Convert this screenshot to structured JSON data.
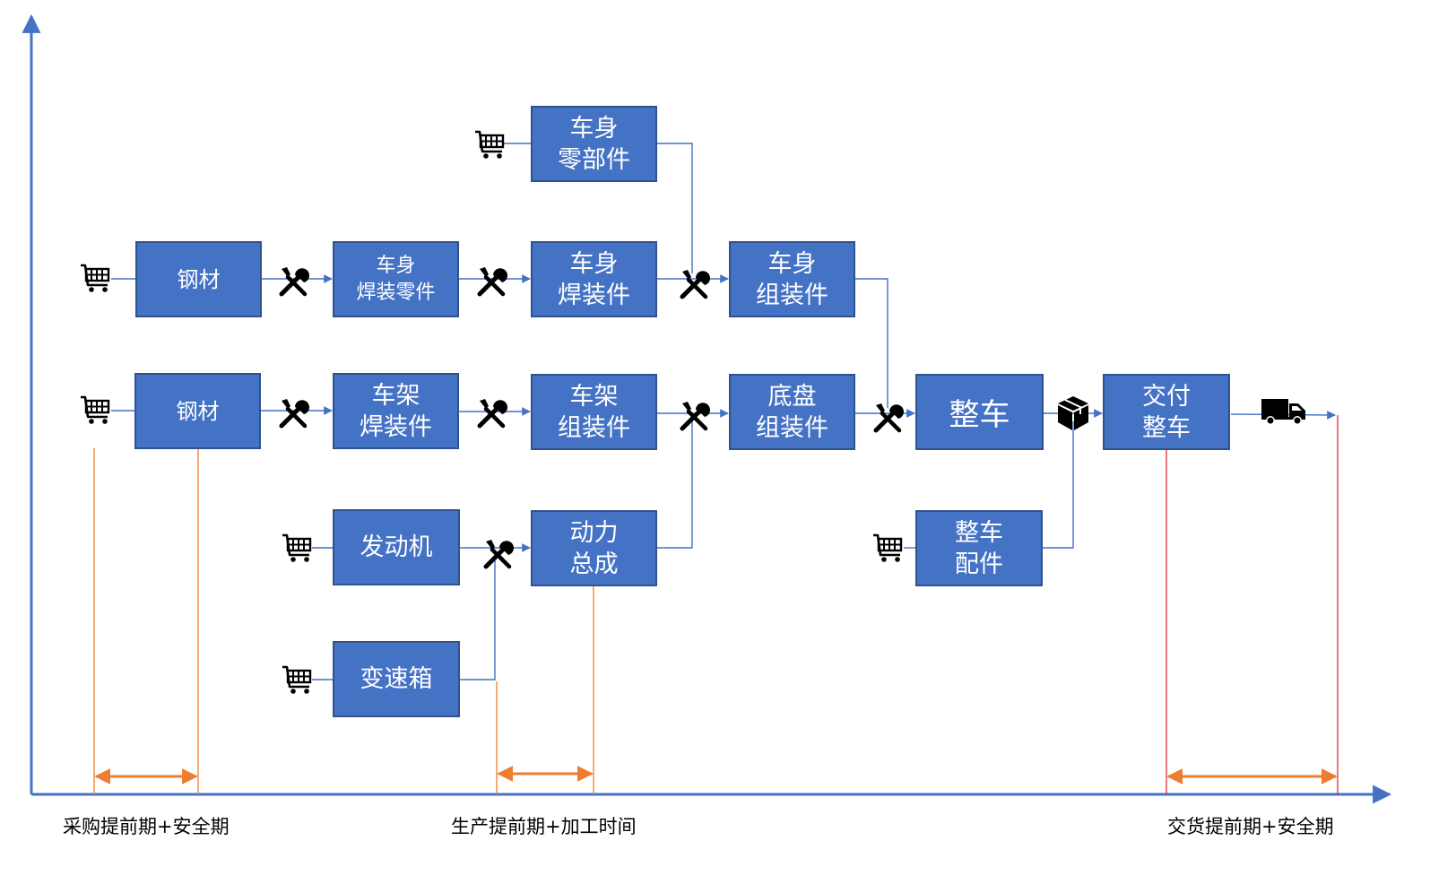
{
  "diagram": {
    "boxes": {
      "steel_top": "钢材",
      "body_weld_parts": "车身\n焊装零件",
      "body_parts": "车身\n零部件",
      "body_weld_assembly": "车身\n焊装件",
      "body_assembly": "车身\n组装件",
      "steel_bottom": "钢材",
      "frame_weld": "车架\n焊装件",
      "frame_assembly": "车架\n组装件",
      "chassis_assembly": "底盘\n组装件",
      "vehicle": "整车",
      "deliver_vehicle": "交付\n整车",
      "engine": "发动机",
      "powertrain": "动力\n总成",
      "vehicle_accessories": "整车\n配件",
      "gearbox": "变速箱"
    },
    "axis_labels": {
      "procurement": "采购提前期+安全期",
      "production": "生产提前期+加工时间",
      "delivery": "交货提前期+安全期"
    },
    "colors": {
      "box_fill": "#4472c4",
      "box_border": "#2f528f",
      "line_blue": "#4472c4",
      "axis_blue": "#4472c4",
      "orange": "#ed7d31",
      "red": "#e0303a"
    },
    "icons": {
      "purchase": "shopping-cart-icon",
      "process": "wrench-screwdriver-icon",
      "package": "package-box-icon",
      "delivery": "delivery-truck-icon"
    }
  }
}
